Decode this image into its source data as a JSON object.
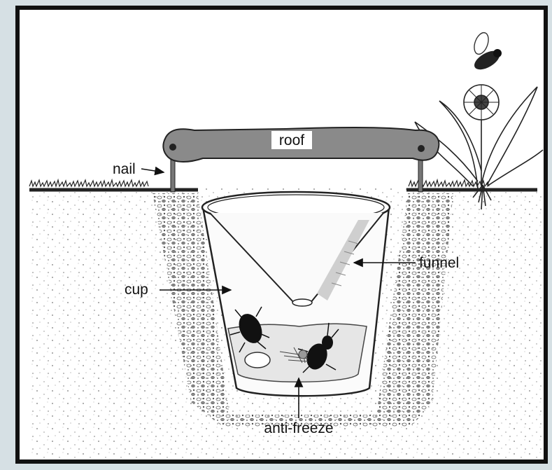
{
  "labels": {
    "roof": "roof",
    "nail": "nail",
    "cup": "cup",
    "funnel": "funnel",
    "antifreeze": "anti-freeze"
  },
  "colors": {
    "frame": "#111111",
    "page_background": "#d6e0e4",
    "roof_fill": "#8a8a8a",
    "soil_edge": "#6a6a6a"
  }
}
